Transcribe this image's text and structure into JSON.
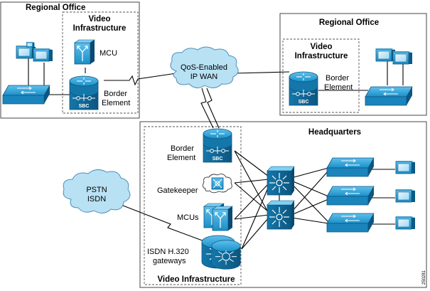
{
  "regional_office_left": {
    "title": "Regional Office",
    "video_infra_line1": "Video",
    "video_infra_line2": "Infrastructure",
    "mcu_label": "MCU",
    "border_line1": "Border",
    "border_line2": "Element",
    "sbc_label": "SBC"
  },
  "regional_office_right": {
    "title": "Regional Office",
    "video_infra_line1": "Video",
    "video_infra_line2": "Infrastructure",
    "border_line1": "Border",
    "border_line2": "Element",
    "sbc_label": "SBC"
  },
  "wan_cloud": {
    "line1": "QoS-Enabled",
    "line2": "IP WAN"
  },
  "pstn_cloud": {
    "line1": "PSTN",
    "line2": "ISDN"
  },
  "headquarters": {
    "title": "Headquarters",
    "border_line1": "Border",
    "border_line2": "Element",
    "sbc_label": "SBC",
    "gatekeeper_label": "Gatekeeper",
    "mcus_label": "MCUs",
    "gateways_line1": "ISDN H.320",
    "gateways_line2": "gateways",
    "video_infra_label": "Video Infrastructure"
  },
  "figure_id": "250281",
  "colors": {
    "device_blue": "#1b8fc8",
    "device_dark": "#0e5f8a",
    "cloud_fill": "#b9e1f4"
  }
}
